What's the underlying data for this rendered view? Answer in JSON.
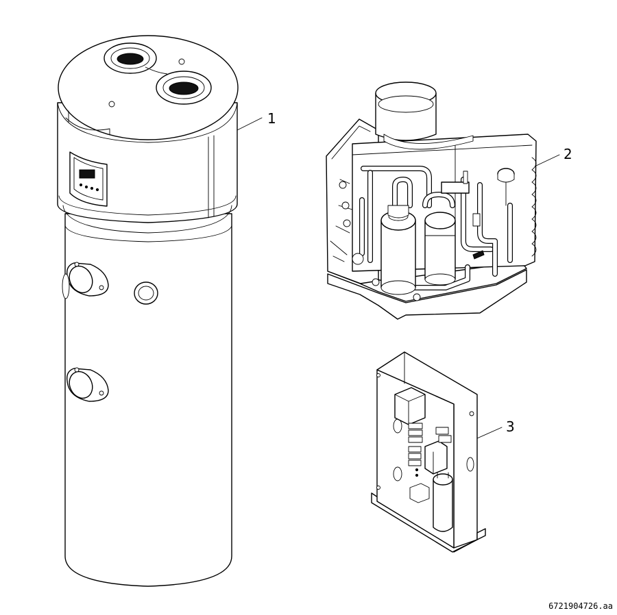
{
  "callouts": [
    {
      "id": "1",
      "label": "1"
    },
    {
      "id": "2",
      "label": "2"
    },
    {
      "id": "3",
      "label": "3"
    }
  ],
  "document_id": "6721904726.aa"
}
